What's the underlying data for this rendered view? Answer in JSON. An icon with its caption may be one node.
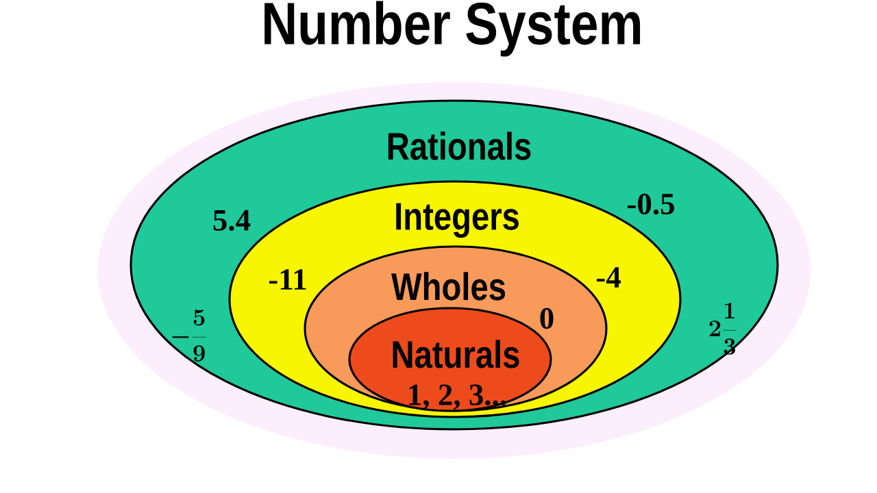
{
  "diagram": {
    "title": "Number System",
    "nodes": [
      {
        "text": [
          "Rationals",
          "5.4",
          "-0.5",
          "-\\frac{5}{9}",
          "2\\frac{1}{3}"
        ]
      },
      {
        "text": [
          "Integers",
          "-11",
          "-4"
        ],
        "in": 0
      },
      {
        "text": [
          "Wholes",
          "0"
        ],
        "in": 1
      },
      {
        "text": [
          "Naturals",
          "1, 2, 3..."
        ],
        "in": 2
      }
    ]
  }
}
